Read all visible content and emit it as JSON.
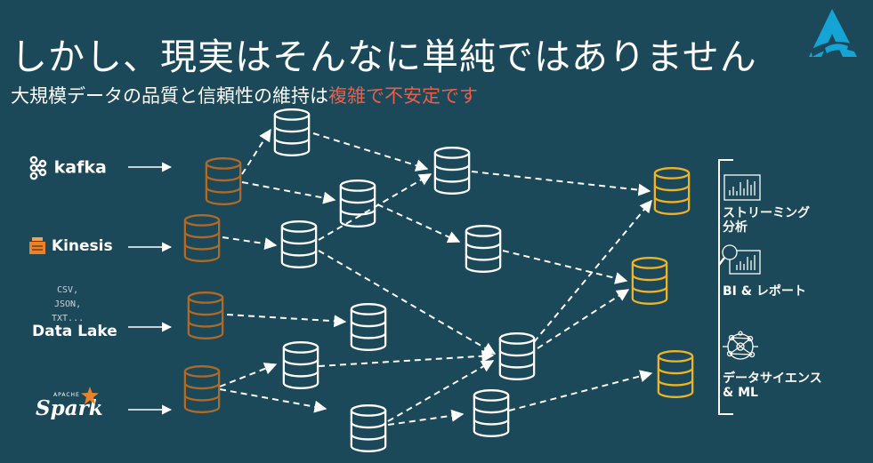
{
  "title": "しかし、現実はそんなに単純ではありません",
  "subtitle": {
    "prefix": "大規模データの品質と信頼性の維持は",
    "highlight": "複雑で不安定です"
  },
  "sources": {
    "kafka": "kafka",
    "kinesis": "Kinesis",
    "datalake_formats": [
      "CSV,",
      "JSON,",
      "TXT..."
    ],
    "datalake": "Data Lake",
    "spark": "Spark",
    "spark_small": "APACHE"
  },
  "outputs": {
    "streaming_line1": "ストリーミング",
    "streaming_line2": "分析",
    "bi": "BI & レポート",
    "ds_line1": "データサイエンス",
    "ds_line2": "& ML"
  },
  "colors": {
    "background": "#1b4959",
    "highlight": "#e8604c",
    "bronze": "#b06a25",
    "gold": "#f0b323",
    "white": "#ffffff",
    "logo": "#14a4d6"
  },
  "icons": [
    "kafka-icon",
    "kinesis-icon",
    "spark-star-icon",
    "bar-chart-icon",
    "magnifier-chart-icon",
    "network-icon",
    "brand-logo-icon"
  ]
}
